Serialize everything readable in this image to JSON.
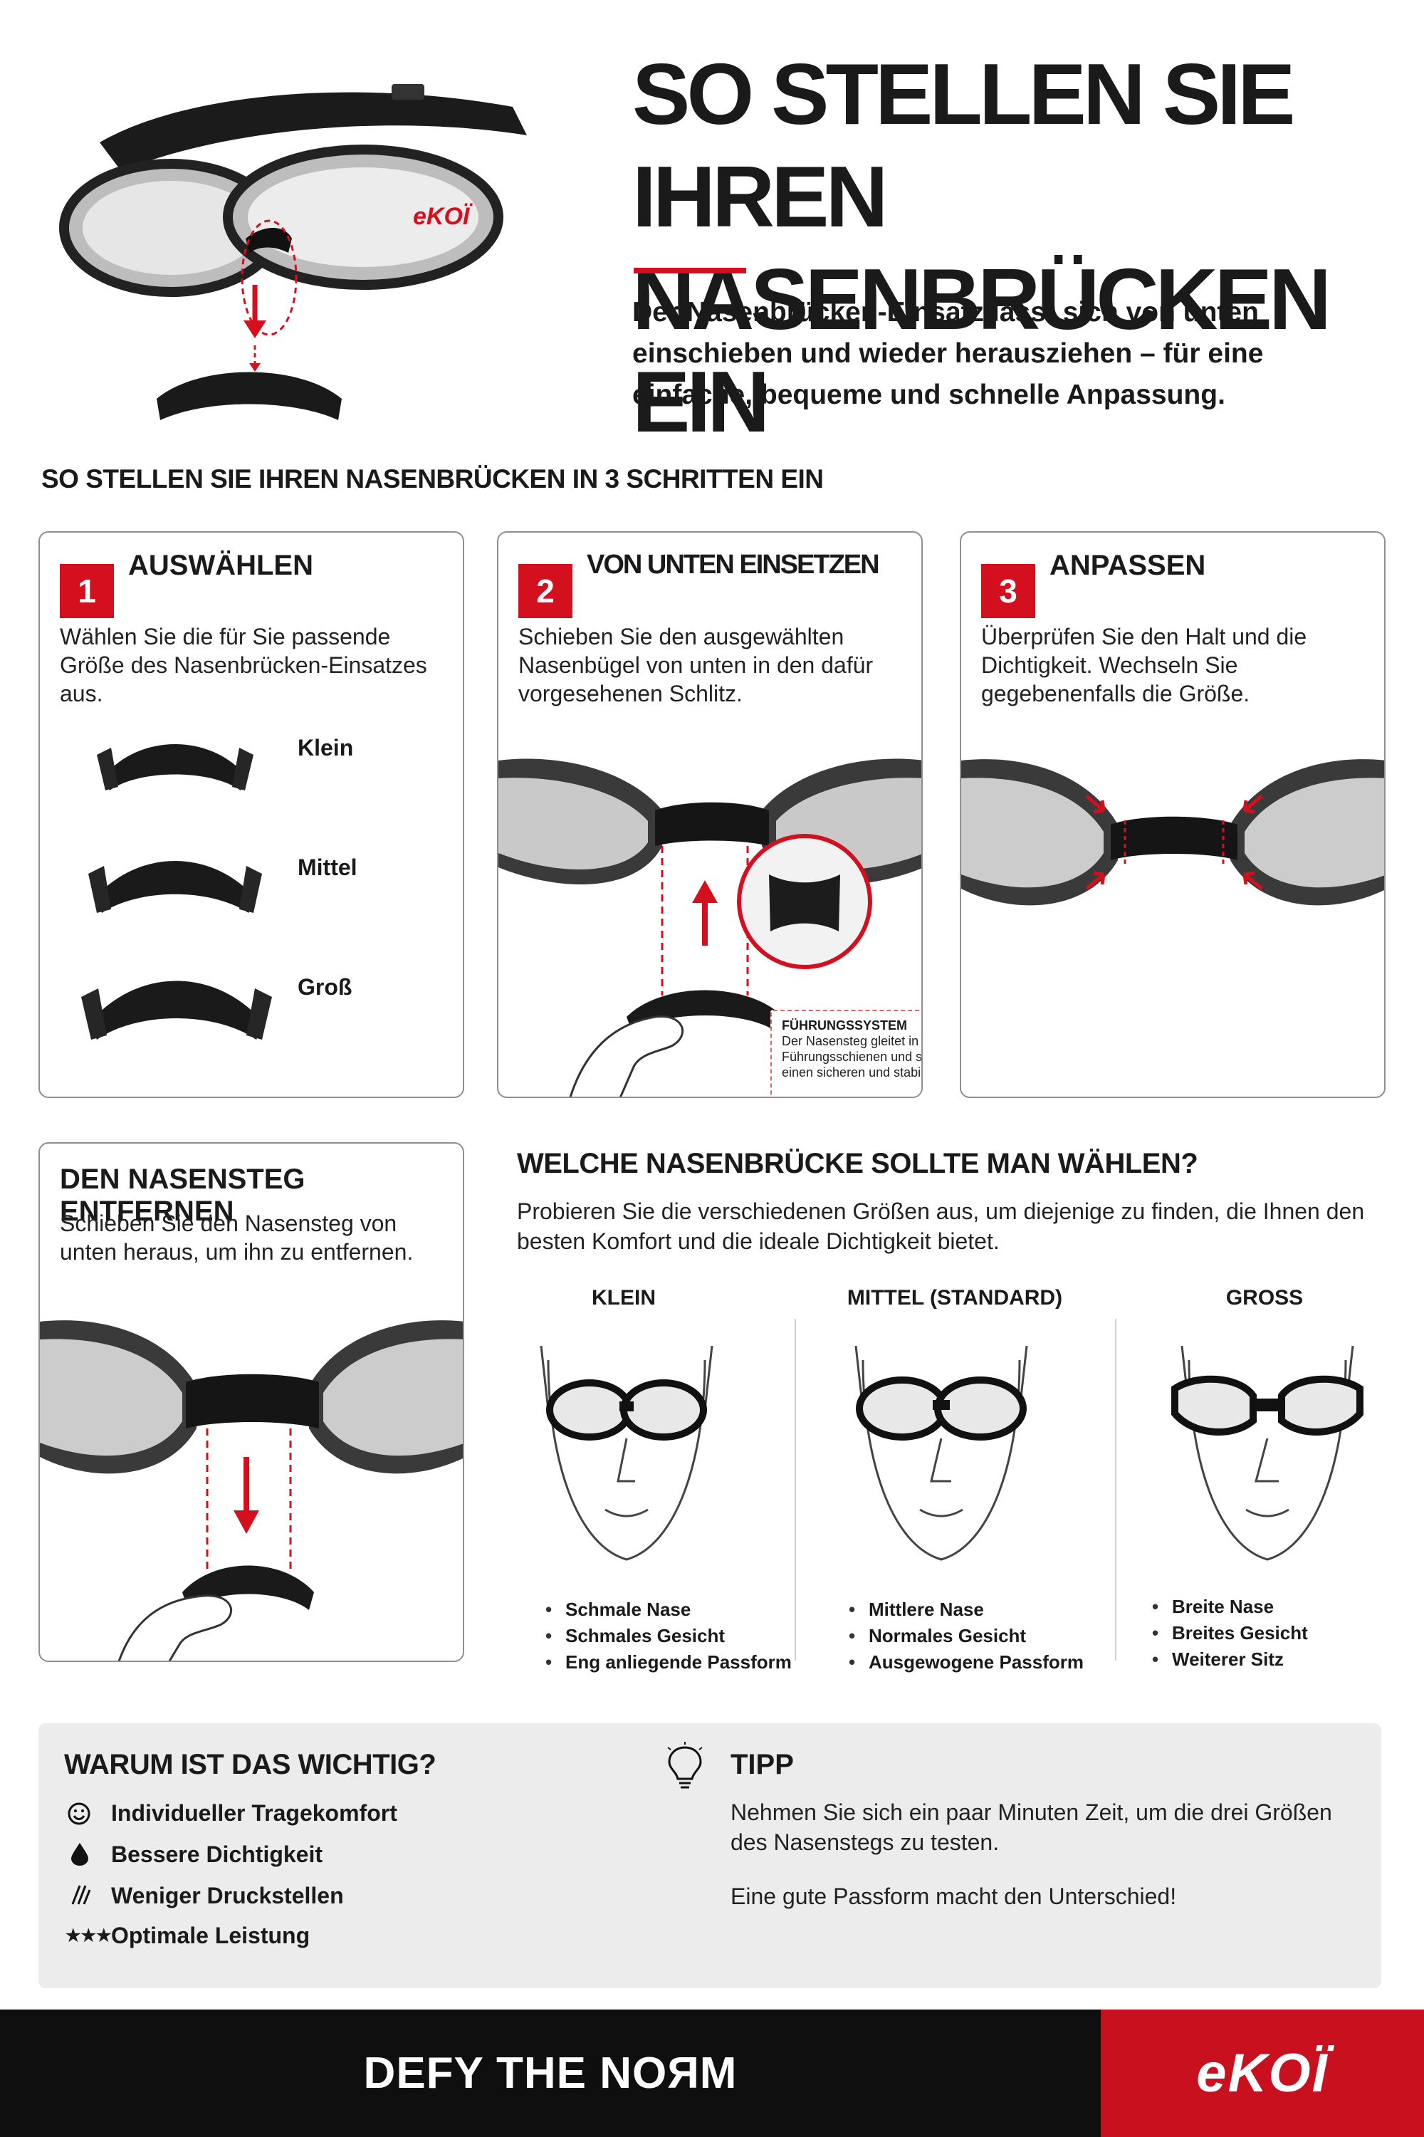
{
  "hero": {
    "title_line1": "SO STELLEN SIE IHREN",
    "title_line2": "NASENBRÜCKEN EIN",
    "intro": "Der Nasenbrücken-Einsatz lässt sich von unten einschieben und wieder herausziehen – für eine einfache, bequeme und schnelle Anpassung.",
    "brand_mark": "eKOÏ"
  },
  "steps_heading": "SO STELLEN SIE IHREN NASENBRÜCKEN IN 3 SCHRITTEN EIN",
  "steps": [
    {
      "number": "1",
      "title": "AUSWÄHLEN",
      "text": "Wählen Sie die für Sie passende Größe des Nasenbrücken-Einsatzes aus.",
      "sizes": [
        "Klein",
        "Mittel",
        "Groß"
      ]
    },
    {
      "number": "2",
      "title": "VON UNTEN EINSETZEN",
      "text": "Schieben Sie den ausgewählten Nasenbügel von unten in den dafür vorgesehenen Schlitz.",
      "guide_title": "FÜHRUNGSSYSTEM",
      "guide_text": "Der Nasensteg gleitet in die Führungsschienen und sorgt so für einen sicheren und stabilen"
    },
    {
      "number": "3",
      "title": "ANPASSEN",
      "text": "Überprüfen Sie den Halt und die Dichtigkeit. Wechseln Sie gegebenenfalls die Größe."
    }
  ],
  "remove": {
    "title": "DEN NASENSTEG ENTFERNEN",
    "text": "Schieben Sie den Nasensteg von unten heraus, um ihn zu entfernen."
  },
  "which": {
    "title": "WELCHE NASENBRÜCKE SOLLTE MAN WÄHLEN?",
    "text": "Probieren Sie die verschiedenen Größen aus, um diejenige zu finden, die Ihnen den besten Komfort und die ideale Dichtigkeit bietet.",
    "columns": [
      {
        "head": "KLEIN",
        "bullets": [
          "Schmale Nase",
          "Schmales Gesicht",
          "Eng anliegende Passform"
        ]
      },
      {
        "head": "MITTEL (STANDARD)",
        "bullets": [
          "Mittlere Nase",
          "Normales Gesicht",
          "Ausgewogene Passform"
        ]
      },
      {
        "head": "GROSS",
        "bullets": [
          "Breite Nase",
          "Breites Gesicht",
          "Weiterer Sitz"
        ]
      }
    ]
  },
  "why": {
    "title": "WARUM IST DAS WICHTIG?",
    "items": [
      {
        "icon": "smiley-icon",
        "label": "Individueller Tragekomfort"
      },
      {
        "icon": "droplet-icon",
        "label": "Bessere Dichtigkeit"
      },
      {
        "icon": "pressure-lines-icon",
        "label": "Weniger Druckstellen"
      },
      {
        "icon": "stars-icon",
        "label": "Optimale Leistung"
      }
    ]
  },
  "tip": {
    "icon": "lightbulb-icon",
    "title": "TIPP",
    "text1": "Nehmen Sie sich ein paar Minuten Zeit, um die drei Größen des Nasenstegs zu testen.",
    "text2": "Eine gute Passform macht den Unterschied!"
  },
  "footer": {
    "slogan": "DEFY THE NOЯM",
    "logo": "eKOÏ"
  },
  "colors": {
    "accent": "#d40f1e",
    "dark": "#0f0f0f",
    "panel": "#ececec"
  }
}
